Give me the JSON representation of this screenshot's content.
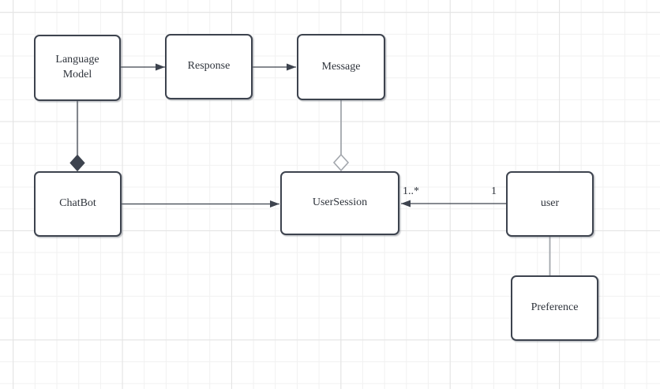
{
  "nodes": [
    {
      "id": "language-model",
      "label": "Language\nModel"
    },
    {
      "id": "response",
      "label": "Response"
    },
    {
      "id": "message",
      "label": "Message"
    },
    {
      "id": "chatbot",
      "label": "ChatBot"
    },
    {
      "id": "user-session",
      "label": "UserSession"
    },
    {
      "id": "user",
      "label": "user"
    },
    {
      "id": "preference",
      "label": "Preference"
    }
  ],
  "edges": {
    "language_model_to_response": {
      "style": "solid-line-filled-arrow"
    },
    "response_to_message": {
      "style": "solid-line-filled-arrow"
    },
    "language_model_to_chatbot": {
      "style": "composition-filled-diamond"
    },
    "message_to_user_session": {
      "style": "aggregation-open-diamond"
    },
    "chatbot_to_user_session": {
      "style": "solid-line-filled-arrow"
    },
    "user_to_user_session": {
      "style": "solid-line-filled-arrow",
      "source_label": "1",
      "target_label": "1..*"
    },
    "user_to_preference": {
      "style": "plain-line"
    }
  },
  "colors": {
    "canvas_bg": "#ffffff",
    "grid_minor": "#f1f1f1",
    "grid_major": "#e3e3e3",
    "node_border": "#3d434e",
    "node_fill": "#ffffff",
    "edge_dark": "#3d434e",
    "edge_gray": "#a3a7ad",
    "text": "#2e333b"
  }
}
